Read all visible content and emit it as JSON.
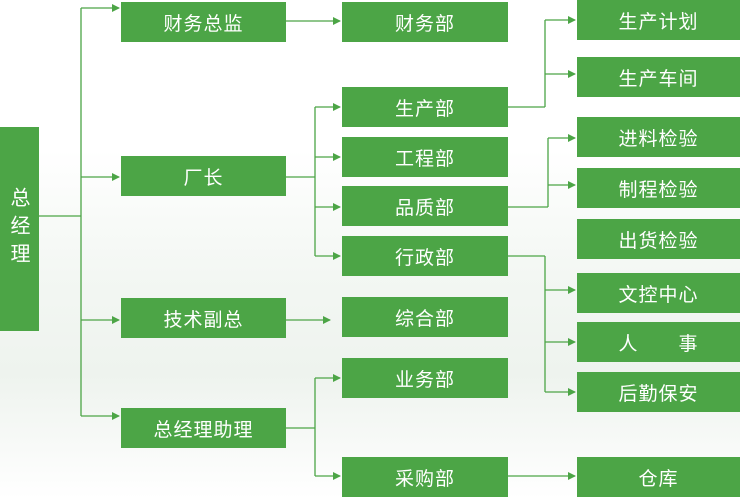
{
  "colors": {
    "box": "#4ca546",
    "line": "#4ca546",
    "text": "#ffffff"
  },
  "root": "总经理",
  "level1": [
    "财务总监",
    "厂长",
    "技术副总",
    "总经理助理"
  ],
  "departments": {
    "finance": "财务部",
    "production": "生产部",
    "engineering": "工程部",
    "quality": "品质部",
    "admin": "行政部",
    "general": "综合部",
    "business": "业务部",
    "purchasing": "采购部"
  },
  "production_units": [
    "生产计划",
    "生产车间"
  ],
  "quality_units": [
    "进料检验",
    "制程检验",
    "出货检验"
  ],
  "admin_units": [
    "文控中心",
    "人　　事",
    "后勤保安"
  ],
  "purchasing_units": [
    "仓库"
  ]
}
